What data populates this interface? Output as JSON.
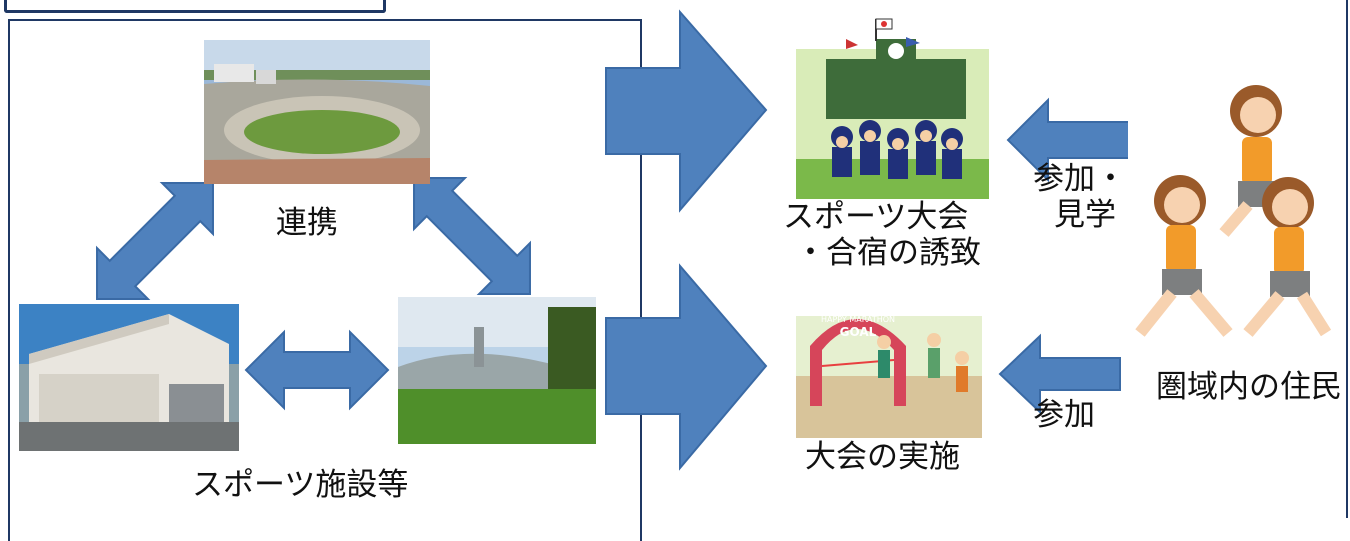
{
  "labels": {
    "renkei": "連携",
    "sports_facilities": "スポーツ施設等",
    "tournament_line1": "スポーツ大会",
    "tournament_line2": "・合宿の誘致",
    "event": "大会の実施",
    "participate_line1": "参加・",
    "participate_line2": "見学",
    "participate": "参加",
    "residents": "圏域内の住民"
  },
  "images": {
    "velodrome": "velodrome-photo",
    "gymnasium": "gymnasium-photo",
    "dome": "dome-photo",
    "baseball": "baseball-team-illustration",
    "marathon": "marathon-goal-illustration",
    "runners": "stretching-runners-illustration"
  },
  "goal_arch_text": {
    "top": "HAPPY MARATHON",
    "main": "GOAL"
  },
  "colors": {
    "arrow_fill": "#4f81bd",
    "arrow_stroke": "#3a6aa5",
    "frame": "#1f3864"
  }
}
